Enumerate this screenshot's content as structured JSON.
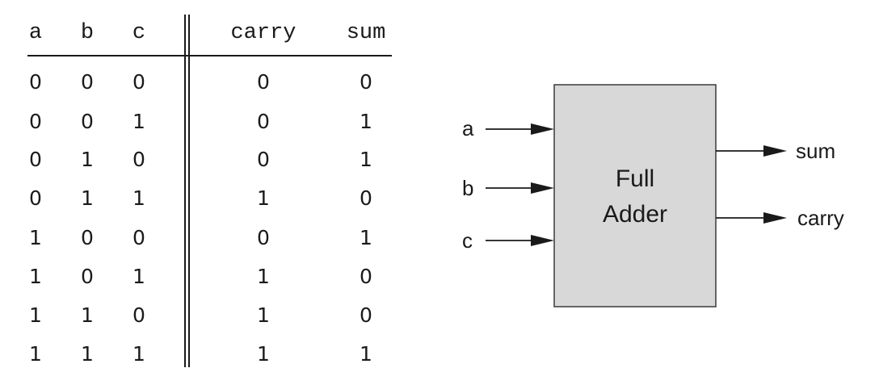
{
  "truth_table": {
    "columns": [
      "a",
      "b",
      "c",
      "carry",
      "sum"
    ],
    "rows": [
      [
        "0",
        "0",
        "0",
        "0",
        "0"
      ],
      [
        "0",
        "0",
        "1",
        "0",
        "1"
      ],
      [
        "0",
        "1",
        "0",
        "0",
        "1"
      ],
      [
        "0",
        "1",
        "1",
        "1",
        "0"
      ],
      [
        "1",
        "0",
        "0",
        "0",
        "1"
      ],
      [
        "1",
        "0",
        "1",
        "1",
        "0"
      ],
      [
        "1",
        "1",
        "0",
        "1",
        "0"
      ],
      [
        "1",
        "1",
        "1",
        "1",
        "1"
      ]
    ]
  },
  "block": {
    "line1": "Full",
    "line2": "Adder",
    "fill_color": "#d8d8d8"
  },
  "inputs": [
    "a",
    "b",
    "c"
  ],
  "outputs": [
    "sum",
    "carry"
  ]
}
